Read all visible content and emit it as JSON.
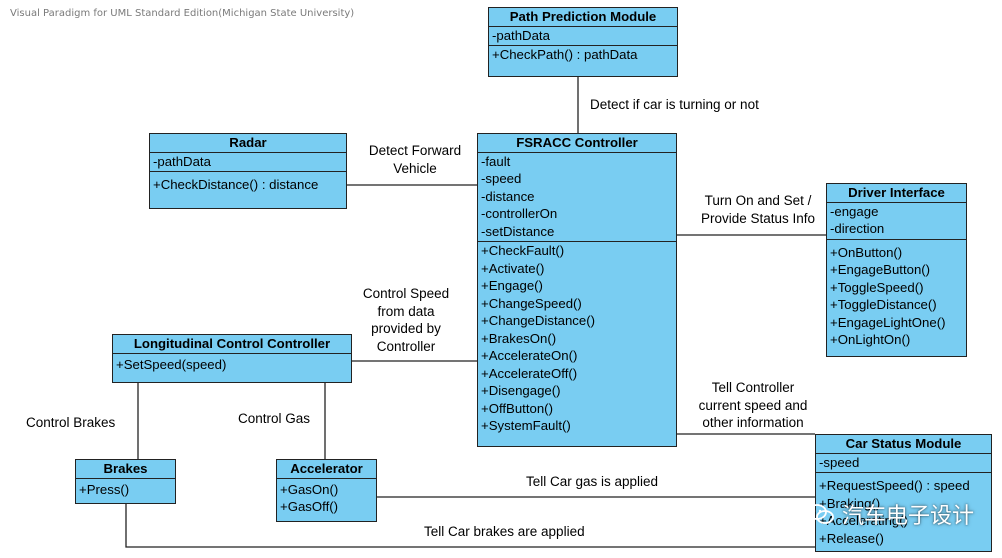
{
  "watermark": "Visual Paradigm for UML Standard Edition(Michigan State University)",
  "logo_text": "汽车电子设计",
  "colors": {
    "class_fill": "#79cdf2",
    "class_border": "#222222",
    "line": "#222222"
  },
  "classes": {
    "path": {
      "name": "Path Prediction Module",
      "attributes": [
        "-pathData"
      ],
      "operations": [
        "+CheckPath() : pathData"
      ]
    },
    "fsracc": {
      "name": "FSRACC Controller",
      "attributes": [
        "-fault",
        "-speed",
        "-distance",
        "-controllerOn",
        "-setDistance"
      ],
      "operations": [
        "+CheckFault()",
        "+Activate()",
        "+Engage()",
        "+ChangeSpeed()",
        "+ChangeDistance()",
        "+BrakesOn()",
        "+AccelerateOn()",
        "+AccelerateOff()",
        "+Disengage()",
        "+OffButton()",
        "+SystemFault()"
      ]
    },
    "radar": {
      "name": "Radar",
      "attributes": [
        "-pathData"
      ],
      "operations": [
        "+CheckDistance() : distance"
      ]
    },
    "driver": {
      "name": "Driver Interface",
      "attributes": [
        "-engage",
        "-direction"
      ],
      "operations": [
        "+OnButton()",
        "+EngageButton()",
        "+ToggleSpeed()",
        "+ToggleDistance()",
        "+EngageLightOne()",
        "+OnLightOn()"
      ]
    },
    "longitudinal": {
      "name": "Longitudinal Control Controller",
      "operations": [
        "+SetSpeed(speed)"
      ]
    },
    "brakes": {
      "name": "Brakes",
      "operations": [
        "+Press()"
      ]
    },
    "accelerator": {
      "name": "Accelerator",
      "operations": [
        "+GasOn()",
        "+GasOff()"
      ]
    },
    "carstatus": {
      "name": "Car Status Module",
      "attributes": [
        "-speed"
      ],
      "operations": [
        "+RequestSpeed() : speed",
        "+Braking()",
        "+Accelerating()",
        "+Release()"
      ]
    }
  },
  "associations": {
    "detect_turning": "Detect if car is turning or not",
    "detect_forward_1": "Detect Forward",
    "detect_forward_2": "Vehicle",
    "turn_on_1": "Turn On and Set /",
    "turn_on_2": "Provide Status Info",
    "control_speed_1": "Control Speed",
    "control_speed_2": "from data",
    "control_speed_3": "provided by",
    "control_speed_4": "Controller",
    "tell_controller_1": "Tell Controller",
    "tell_controller_2": "current speed and",
    "tell_controller_3": "other information",
    "control_brakes": "Control Brakes",
    "control_gas": "Control Gas",
    "tell_gas": "Tell Car gas is applied",
    "tell_brakes": "Tell Car brakes are applied"
  }
}
